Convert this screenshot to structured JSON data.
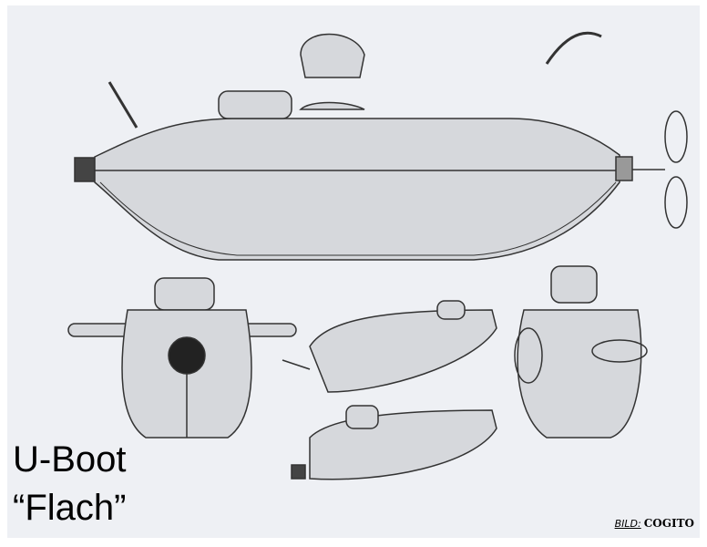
{
  "caption": {
    "line1": "U-Boot",
    "line2": "“Flach”"
  },
  "credit": {
    "label": "BILD:",
    "name": "COGITO"
  },
  "colors": {
    "paper": "#eef0f4",
    "ink": "#333333",
    "hull": "#d6d8dc"
  }
}
